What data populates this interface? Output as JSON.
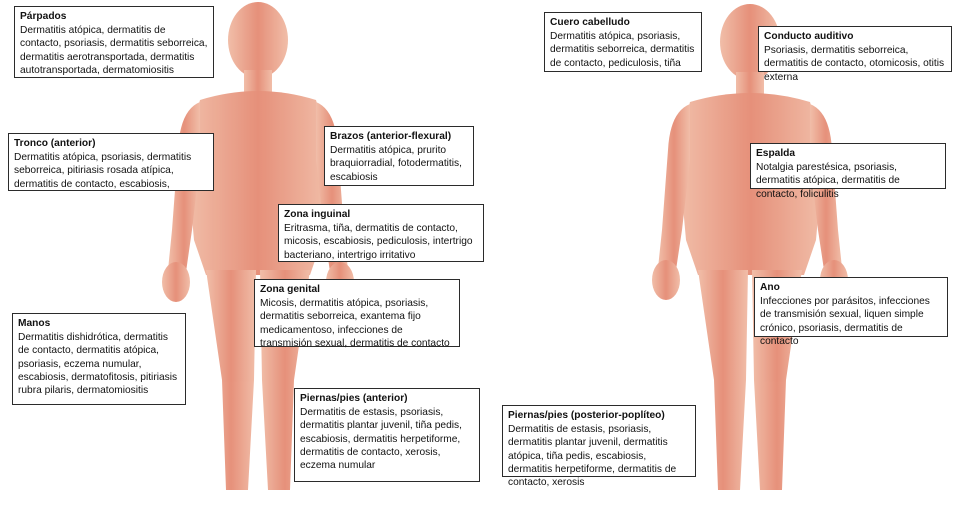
{
  "regions": {
    "parpados": {
      "title": "Párpados",
      "text": "Dermatitis atópica, dermatitis de contacto, psoriasis, dermatitis seborreica, dermatitis aerotransportada, dermatitis autotransportada, dermatomiositis"
    },
    "tronco": {
      "title": "Tronco (anterior)",
      "text": "Dermatitis atópica, psoriasis, dermatitis seborreica, pitiriasis rosada atípica, dermatitis de contacto, escabiosis,"
    },
    "brazos": {
      "title": "Brazos (anterior-flexural)",
      "text": "Dermatitis atópica, prurito braquiorradial, fotodermatitis, escabiosis"
    },
    "inguinal": {
      "title": "Zona inguinal",
      "text": "Eritrasma, tiña, dermatitis de contacto, micosis, escabiosis, pediculosis, intertrigo bacteriano, intertrigo irritativo"
    },
    "genital": {
      "title": "Zona genital",
      "text": "Micosis, dermatitis atópica, psoriasis, dermatitis seborreica, exantema fijo medicamentoso, infecciones de transmisión sexual, dermatitis de contacto"
    },
    "manos": {
      "title": "Manos",
      "text": "Dermatitis dishidrótica, dermatitis de contacto, dermatitis atópica, psoriasis, eczema numular, escabiosis, dermatofitosis, pitiriasis rubra pilaris, dermatomiositis"
    },
    "piernas_ant": {
      "title": "Piernas/pies (anterior)",
      "text": "Dermatitis de estasis, psoriasis, dermatitis plantar juvenil, tiña pedis, escabiosis, dermatitis herpetiforme, dermatitis de contacto, xerosis, eczema numular"
    },
    "cuero": {
      "title": "Cuero cabelludo",
      "text": "Dermatitis atópica, psoriasis, dermatitis seborreica, dermatitis de contacto, pediculosis, tiña"
    },
    "conducto": {
      "title": "Conducto auditivo",
      "text": "Psoriasis, dermatitis seborreica, dermatitis de contacto, otomicosis, otitis externa"
    },
    "espalda": {
      "title": "Espalda",
      "text": "Notalgia parestésica, psoriasis, dermatitis atópica, dermatitis de contacto, foliculitis"
    },
    "ano": {
      "title": "Ano",
      "text": "Infecciones por parásitos, infecciones de transmisión sexual, liquen simple crónico, psoriasis, dermatitis de contacto"
    },
    "piernas_post": {
      "title": "Piernas/pies (posterior-poplíteo)",
      "text": "Dermatitis de estasis, psoriasis, dermatitis plantar juvenil, dermatitis atópica, tiña pedis, escabiosis, dermatitis herpetiforme, dermatitis de contacto, xerosis"
    }
  },
  "colors": {
    "skin_light": "#f3c3ae",
    "skin_mid": "#e58e76",
    "skin_dark": "#c9644f",
    "box_border": "#2b2b2b"
  }
}
